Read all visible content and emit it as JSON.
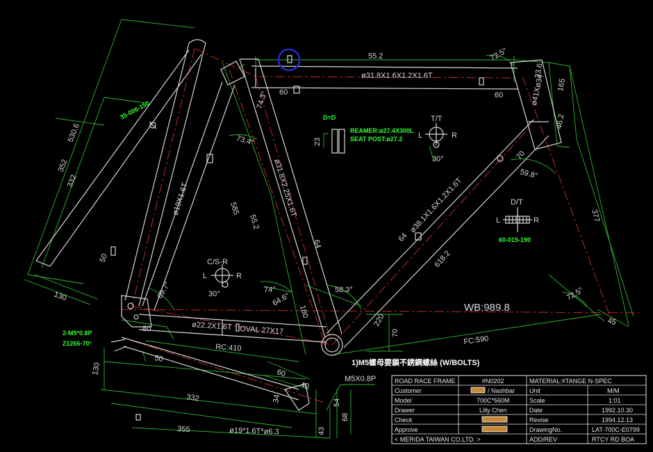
{
  "dimensions": {
    "top_tube_len": "55.2",
    "top_tube_spec": "ø31.8X1.6X1.2X1.6T",
    "angle_72_5": "72.5°",
    "head_angle_72_5": "72.5°",
    "head_tube_spec": "ø41Xø34",
    "head_33_6": "33.6",
    "head_165": "165",
    "head_46_2": "46.2",
    "d60_top": "60",
    "d60_tube": "60",
    "d74_3": "74.3°",
    "seat_angle_73_4": "73.4°",
    "down_tube_spec": "ø38.1X1.6X1.2X1.6T",
    "down_angle": "59.8°",
    "d70_right": "70",
    "d618_2": "618.2",
    "d377": "377",
    "d585": "585",
    "d55_2_side": "55.2",
    "seat_tube_spec": "ø31.8X2.25X1.6T",
    "seat_stay_spec": "ø19X1.6T",
    "d530_6": "530.6",
    "d352": "352",
    "d332_left": "332",
    "d50_left": "50",
    "d130_left": "130",
    "d69_7": "69.7°",
    "d74": "74°",
    "d64_6": "64.6°",
    "d180": "180",
    "d58_3": "58.3°",
    "d64_a": "64",
    "d64_b": "64",
    "d220": "220",
    "d70_bb": "70",
    "wheelbase": "WB:989.8",
    "fc": "FC:590",
    "d72_5_low": "72.5°",
    "d45": "45",
    "chain_stay_spec": "ø22.2X1.6T",
    "oval_spec": "OVAL 27X17",
    "rc": "RC:410",
    "d80": "80",
    "d50_low": "50",
    "d60_low": "60",
    "d40_low": "40",
    "d130_low": "130",
    "d332_low": "332",
    "d355": "355",
    "stay_spec": "ø19*1.6T*ø6.3",
    "d34": "34",
    "d43": "43",
    "d68": "68",
    "d54": "54",
    "m5": "M5X0.8P"
  },
  "annotations": {
    "spec_35": "35-006-150",
    "m5_spec": "2-M5*0.8P",
    "z_spec": "Z1266-70°",
    "dd_label": "D=D",
    "dd_23": "23",
    "reamer": "REAMER:ø27.4X300L",
    "seatpost": "SEAT POST:ø27.2",
    "tt_label": "T/T",
    "tt_l": "L",
    "tt_r": "R",
    "tt_30": "30°",
    "dt_label": "D/T",
    "dt_l": "L",
    "dt_r": "R",
    "dt_spec": "60-015-190",
    "csr_label": "C/S-R",
    "csr_l": "L",
    "csr_r": "R",
    "csr_30": "30°",
    "bolt_note": "1)M5螺母要鎖不銹鋼螺絲 (W/BOLTS)"
  },
  "title_block": {
    "rows": [
      [
        "ROAD RACE FRAME",
        "#N0202",
        "MATERIAL:#TANGE N-SPEC",
        ""
      ],
      [
        "Customer",
        "/ Nashbar",
        "Unit",
        "M/M"
      ],
      [
        "Model",
        "700C*560M",
        "Scale",
        "1:01"
      ],
      [
        "Drawer",
        "Lilly Chen",
        "Date",
        "1992.10.30"
      ],
      [
        "Check",
        "",
        "Revise",
        "1994.12.13"
      ],
      [
        "Approve",
        "",
        "DrawingNo.",
        "LAT-700C-E0799"
      ],
      [
        "< MERIDA TAIWAN CO.LTD. >",
        "",
        "ADD/REV",
        "RTCY RD BOA"
      ]
    ],
    "swatch_color": "#c8893a"
  }
}
